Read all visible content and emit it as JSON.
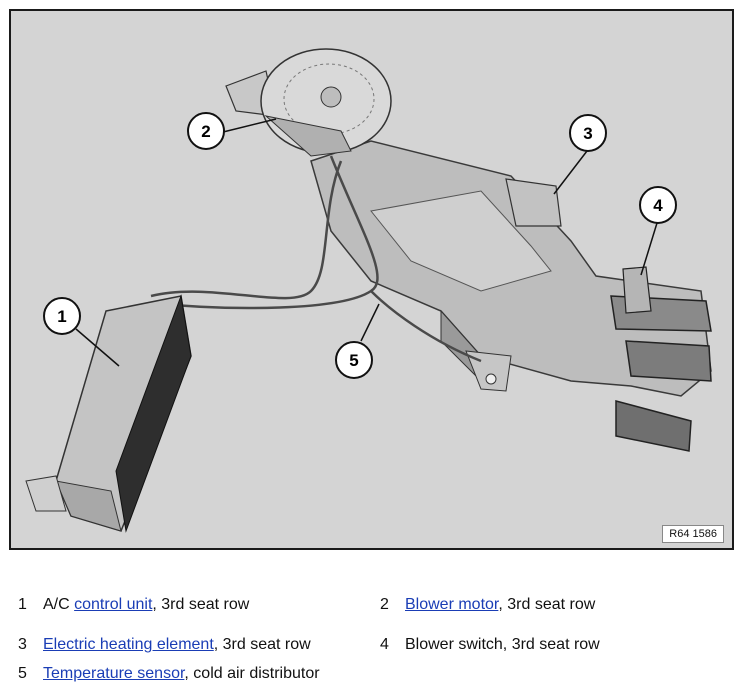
{
  "figure": {
    "ref_id": "R64 1586",
    "callouts": [
      "1",
      "2",
      "3",
      "4",
      "5"
    ]
  },
  "legend": [
    {
      "num": "1",
      "prefix": "A/C ",
      "link": "control unit",
      "suffix": ", 3rd seat row"
    },
    {
      "num": "2",
      "prefix": "",
      "link": "Blower motor",
      "suffix": ", 3rd seat row"
    },
    {
      "num": "3",
      "prefix": "",
      "link": "Electric heating element",
      "suffix": ", 3rd seat row"
    },
    {
      "num": "4",
      "prefix": "Blower switch, 3rd seat row",
      "link": "",
      "suffix": ""
    },
    {
      "num": "5",
      "prefix": "",
      "link": "Temperature sensor",
      "suffix": ", cold air distributor"
    }
  ]
}
